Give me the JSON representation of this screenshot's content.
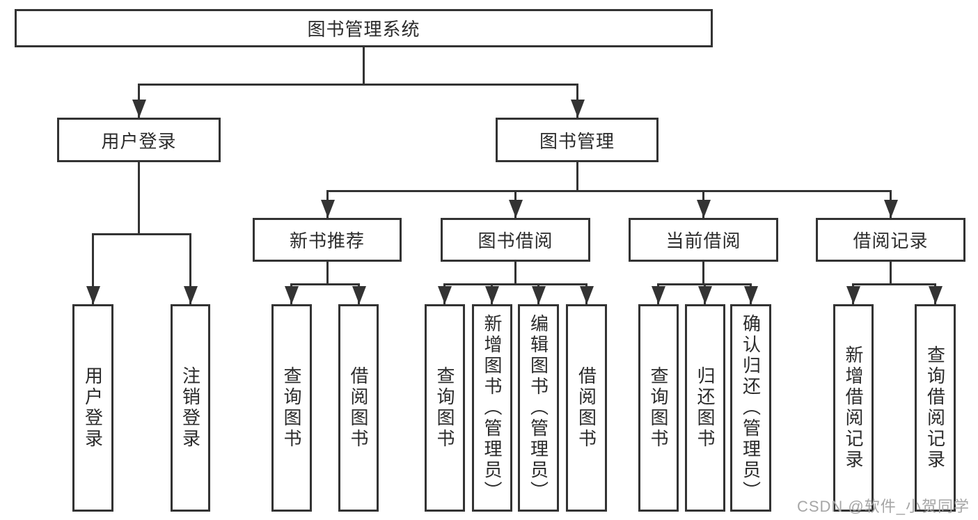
{
  "page": {
    "background": "#ffffff"
  },
  "colors": {
    "line": "#333333",
    "box_border": "#333333",
    "text": "#2b2b2b",
    "watermark": "#a6a6a6"
  },
  "watermark": {
    "text": "CSDN @软件_小贺同学"
  },
  "tree": {
    "root": {
      "label": "图书管理系统"
    },
    "user_login": {
      "label": "用户登录",
      "children": [
        {
          "label": "用户登录"
        },
        {
          "label": "注销登录"
        }
      ]
    },
    "book_management": {
      "label": "图书管理",
      "modules": [
        {
          "label": "新书推荐",
          "children": [
            {
              "label": "查询图书"
            },
            {
              "label": "借阅图书"
            }
          ]
        },
        {
          "label": "图书借阅",
          "children": [
            {
              "label": "查询图书"
            },
            {
              "label": "新增图书（管理员）"
            },
            {
              "label": "编辑图书（管理员）"
            },
            {
              "label": "借阅图书"
            }
          ]
        },
        {
          "label": "当前借阅",
          "children": [
            {
              "label": "查询图书"
            },
            {
              "label": "归还图书"
            },
            {
              "label": "确认归还（管理员）"
            }
          ]
        },
        {
          "label": "借阅记录",
          "children": [
            {
              "label": "新增借阅记录"
            },
            {
              "label": "查询借阅记录"
            }
          ]
        }
      ]
    }
  }
}
